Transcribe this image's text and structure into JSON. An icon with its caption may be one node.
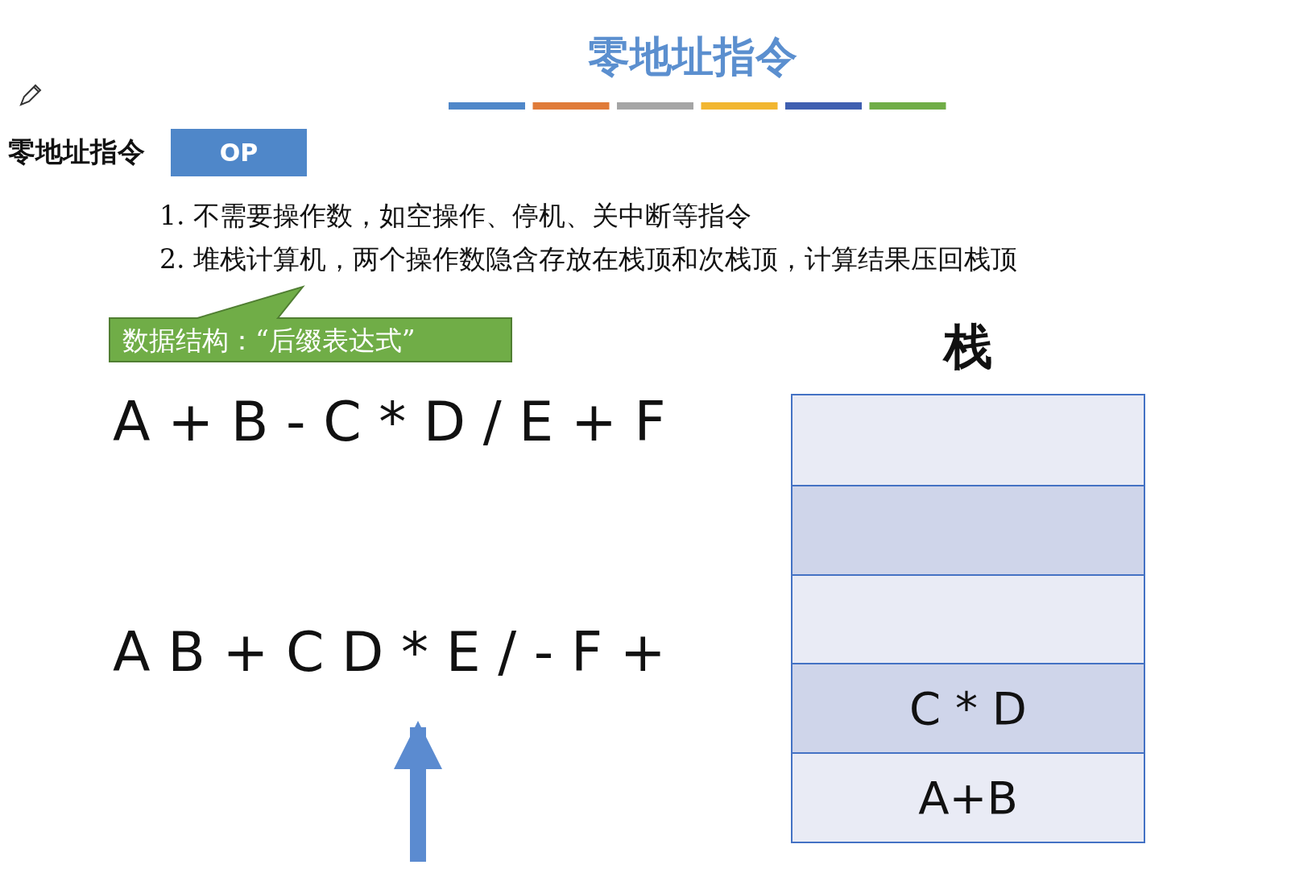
{
  "diagram": {
    "title": "零地址指令",
    "nodes": [
      {
        "text": [
          "OP"
        ]
      },
      {
        "text": [
          "数据结构：“后缀表达式”"
        ]
      },
      {
        "text": [
          "A B + C D * E / - F +"
        ]
      },
      {
        "text": [
          "栈"
        ]
      },
      {
        "text": [],
        "shape": "box",
        "in": 3
      },
      {
        "text": [],
        "shape": "box",
        "in": 3
      },
      {
        "text": [],
        "shape": "box",
        "in": 3
      },
      {
        "text": [
          "C * D"
        ],
        "in": 3
      },
      {
        "text": [
          "A+B"
        ],
        "in": 3
      }
    ],
    "edges": [
      {
        "from": null,
        "to": 2,
        "arrow": "to"
      }
    ],
    "labels": [
      "零地址指令",
      "1. 不需要操作数，如空操作、停机、关中断等指令",
      "2. 堆栈计算机，两个操作数隐含存放在栈顶和次栈顶，计算结果压回栈顶",
      "A + B - C * D / E + F"
    ]
  }
}
